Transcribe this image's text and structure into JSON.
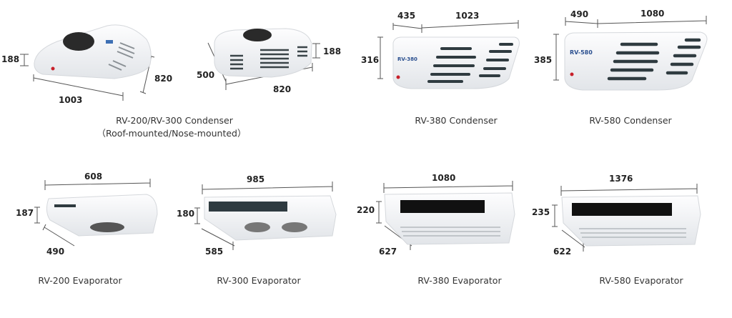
{
  "condensers": [
    {
      "caption": "RV-200/RV-300 Condenser",
      "subcaption": "（Roof-mounted/Nose-mounted）",
      "units": [
        {
          "height": "188",
          "depth": "820",
          "length": "1003"
        },
        {
          "height": "188",
          "depth": "500",
          "length": "820"
        }
      ]
    },
    {
      "caption": "RV-380 Condenser",
      "depth": "435",
      "length": "1023",
      "height": "316",
      "badge": "RV-380"
    },
    {
      "caption": "RV-580 Condenser",
      "depth": "490",
      "length": "1080",
      "height": "385",
      "badge": "RV-580"
    }
  ],
  "evaporators": [
    {
      "caption": "RV-200 Evaporator",
      "length": "608",
      "height": "187",
      "depth": "490"
    },
    {
      "caption": "RV-300 Evaporator",
      "length": "985",
      "height": "180",
      "depth": "585"
    },
    {
      "caption": "RV-380 Evaporator",
      "length": "1080",
      "height": "220",
      "depth": "627"
    },
    {
      "caption": "RV-580 Evaporator",
      "length": "1376",
      "height": "235",
      "depth": "622"
    }
  ],
  "colors": {
    "unit_body": "#f4f5f7",
    "grille": "#2f3b40",
    "dimension_line": "#555555",
    "brand_red": "#c8202a"
  }
}
